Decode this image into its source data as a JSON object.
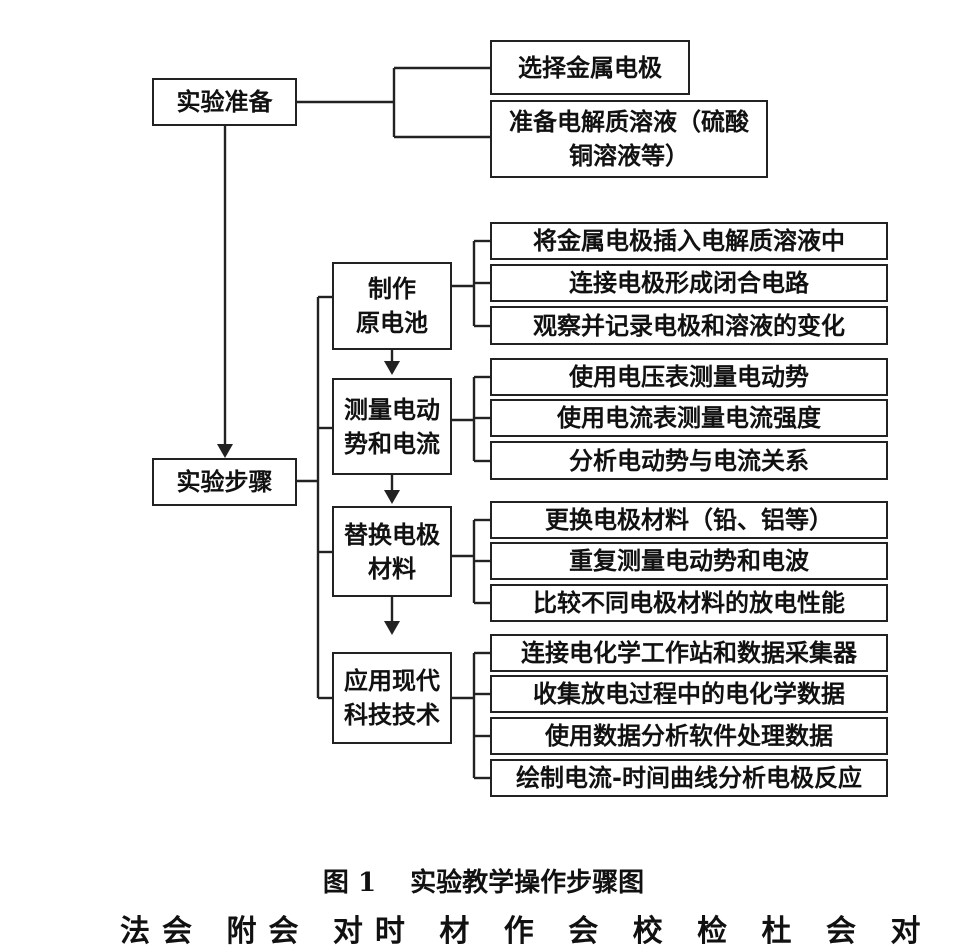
{
  "diagram": {
    "prep": {
      "label": "实验准备",
      "children": [
        "选择金属电极",
        "准备电解质溶液（硫酸铜溶液等）"
      ]
    },
    "steps": {
      "label": "实验步骤",
      "stages": [
        {
          "line1": "制作",
          "line2": "原电池",
          "children": [
            "将金属电极插入电解质溶液中",
            "连接电极形成闭合电路",
            "观察并记录电极和溶液的变化"
          ]
        },
        {
          "line1": "测量电动",
          "line2": "势和电流",
          "children": [
            "使用电压表测量电动势",
            "使用电流表测量电流强度",
            "分析电动势与电流关系"
          ]
        },
        {
          "line1": "替换电极",
          "line2": "材料",
          "children": [
            "更换电极材料（铅、铝等）",
            "重复测量电动势和电波",
            "比较不同电极材料的放电性能"
          ]
        },
        {
          "line1": "应用现代",
          "line2": "科技技术",
          "children": [
            "连接电化学工作站和数据采集器",
            "收集放电过程中的电化学数据",
            "使用数据分析软件处理数据",
            "绘制电流-时间曲线分析电极反应"
          ]
        }
      ]
    }
  },
  "caption": {
    "number": "图 1",
    "title": "实验教学操作步骤图"
  },
  "cut_text": "法会 附会 对时 材 作 会 校 检 杜 会 对"
}
